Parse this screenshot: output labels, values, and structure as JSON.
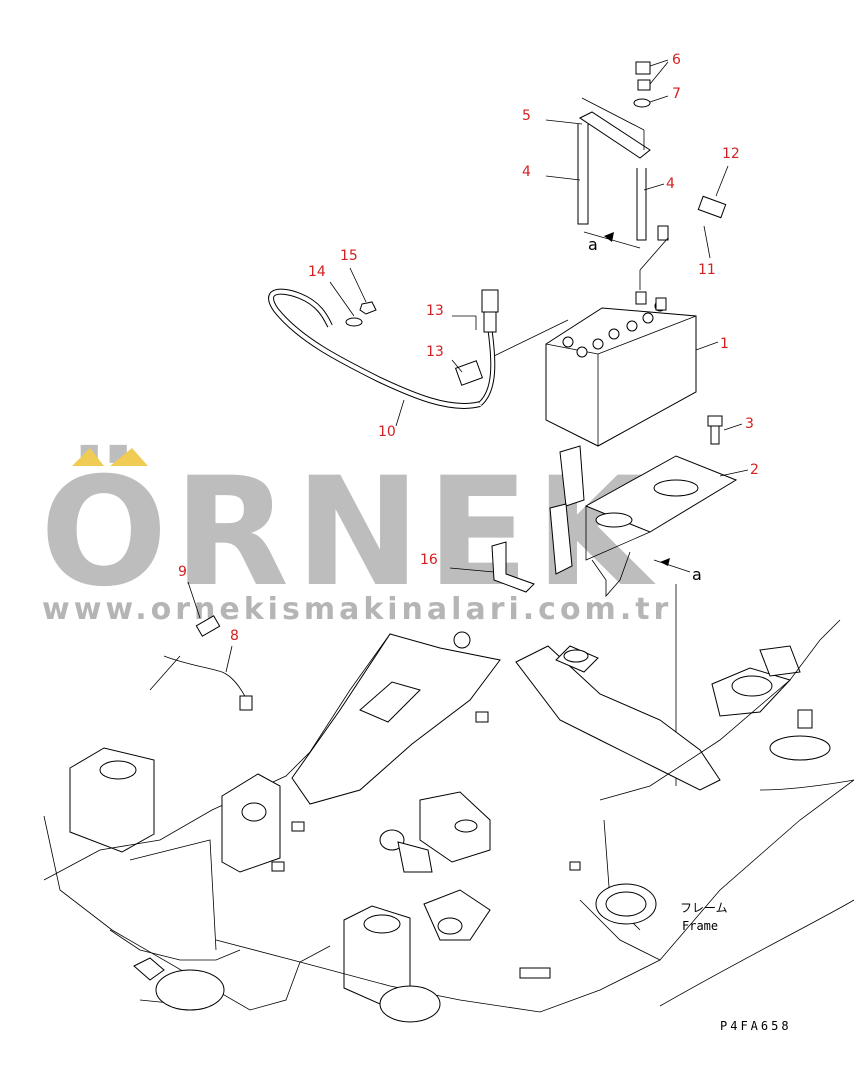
{
  "callouts": [
    {
      "id": "1",
      "label": "1"
    },
    {
      "id": "2",
      "label": "2"
    },
    {
      "id": "3",
      "label": "3"
    },
    {
      "id": "4a",
      "label": "4"
    },
    {
      "id": "4b",
      "label": "4"
    },
    {
      "id": "5",
      "label": "5"
    },
    {
      "id": "6",
      "label": "6"
    },
    {
      "id": "7",
      "label": "7"
    },
    {
      "id": "8",
      "label": "8"
    },
    {
      "id": "9",
      "label": "9"
    },
    {
      "id": "10",
      "label": "10"
    },
    {
      "id": "11",
      "label": "11"
    },
    {
      "id": "12",
      "label": "12"
    },
    {
      "id": "13a",
      "label": "13"
    },
    {
      "id": "13b",
      "label": "13"
    },
    {
      "id": "14",
      "label": "14"
    },
    {
      "id": "15",
      "label": "15"
    },
    {
      "id": "16",
      "label": "16"
    }
  ],
  "marker": {
    "upper": "a",
    "lower": "a"
  },
  "frame_label": {
    "jp": "フレーム",
    "en": "Frame"
  },
  "drawing_code": "P4FA658",
  "watermark": {
    "brand": "ÖRNEK",
    "url": "www.ornekismakinalari.com.tr"
  },
  "colors": {
    "callout": "#d42020",
    "watermark": "#bdbdbd",
    "watermark_accent": "#f0cc55"
  }
}
